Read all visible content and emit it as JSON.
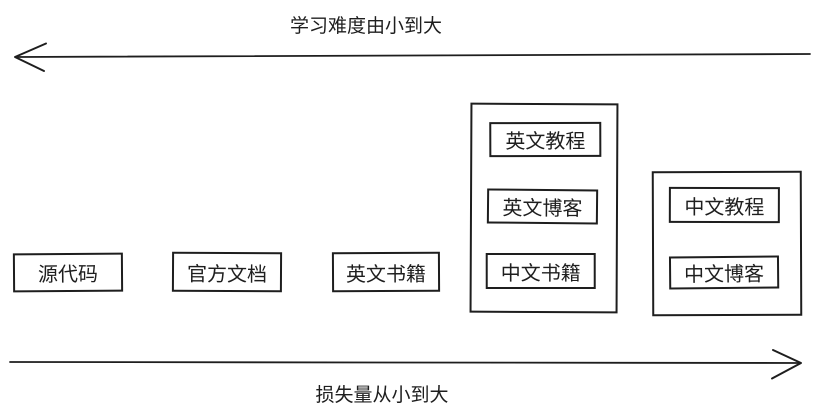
{
  "diagram": {
    "colors": {
      "stroke": "#1e1e1e",
      "background": "#ffffff"
    },
    "top_axis": {
      "label": "学习难度由小到大",
      "arrow_direction": "left"
    },
    "bottom_axis": {
      "label": "损失量从小到大",
      "arrow_direction": "right"
    },
    "boxes": [
      {
        "id": "source-code",
        "label": "源代码"
      },
      {
        "id": "official-docs",
        "label": "官方文档"
      },
      {
        "id": "english-books",
        "label": "英文书籍"
      }
    ],
    "groups": [
      {
        "id": "group-1",
        "items": [
          {
            "id": "english-tutorials",
            "label": "英文教程"
          },
          {
            "id": "english-blogs",
            "label": "英文博客"
          },
          {
            "id": "chinese-books",
            "label": "中文书籍"
          }
        ]
      },
      {
        "id": "group-2",
        "items": [
          {
            "id": "chinese-tutorials",
            "label": "中文教程"
          },
          {
            "id": "chinese-blogs",
            "label": "中文博客"
          }
        ]
      }
    ]
  }
}
